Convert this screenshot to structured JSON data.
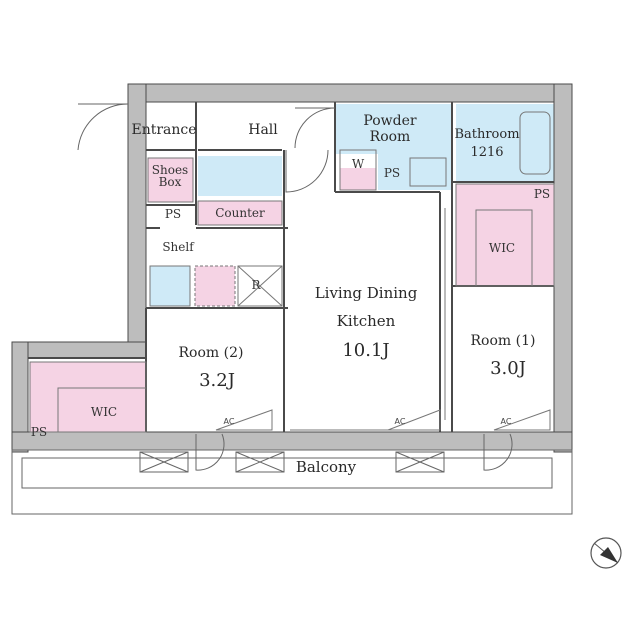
{
  "rooms": {
    "entrance": "Entrance",
    "hall": "Hall",
    "powder_room": {
      "line1": "Powder",
      "line2": "Room"
    },
    "bathroom": {
      "line1": "Bathroom",
      "line2": "1216"
    },
    "shoes_box": {
      "line1": "Shoes",
      "line2": "Box"
    },
    "counter": "Counter",
    "shelf": "Shelf",
    "refrigerator": "R",
    "washer": "W",
    "ldk": {
      "line1": "Living Dining",
      "line2": "Kitchen",
      "size": "10.1J"
    },
    "room2": {
      "name": "Room (2)",
      "size": "3.2J"
    },
    "room1": {
      "name": "Room (1)",
      "size": "3.0J"
    },
    "wic": "WIC",
    "wic_left": "WIC",
    "balcony": "Balcony"
  },
  "markers": {
    "ps": "PS",
    "ac": "AC"
  },
  "colors": {
    "wet_area": "#cfeaf7",
    "storage": "#f5d3e4",
    "wall": "#4a4a4a",
    "wall_fill": "#bdbdbd"
  },
  "compass": {
    "icon": "compass-north-arrow"
  }
}
